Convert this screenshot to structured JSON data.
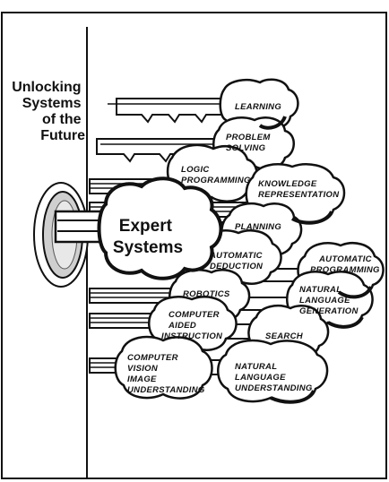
{
  "title": [
    "Unlocking",
    "Systems",
    "of the",
    "Future"
  ],
  "center": [
    "Expert",
    "Systems"
  ],
  "keys": [
    {
      "lines": [
        "LEARNING"
      ]
    },
    {
      "lines": [
        "PROBLEM",
        "SOLVING"
      ]
    },
    {
      "lines": [
        "LOGIC",
        "PROGRAMMING"
      ]
    },
    {
      "lines": [
        "KNOWLEDGE",
        "REPRESENTATION"
      ]
    },
    {
      "lines": [
        "PLANNING"
      ]
    },
    {
      "lines": [
        "AUTOMATIC",
        "DEDUCTION"
      ]
    },
    {
      "lines": [
        "AUTOMATIC",
        "PROGRAMMING"
      ]
    },
    {
      "lines": [
        "ROBOTICS"
      ]
    },
    {
      "lines": [
        "NATURAL",
        "LANGUAGE",
        "GENERATION"
      ]
    },
    {
      "lines": [
        "COMPUTER",
        "AIDED",
        "INSTRUCTION"
      ]
    },
    {
      "lines": [
        "SEARCH"
      ]
    },
    {
      "lines": [
        "COMPUTER",
        "VISION",
        "IMAGE",
        "UNDERSTANDING"
      ]
    },
    {
      "lines": [
        "NATURAL",
        "LANGUAGE",
        "UNDERSTANDING"
      ]
    }
  ]
}
